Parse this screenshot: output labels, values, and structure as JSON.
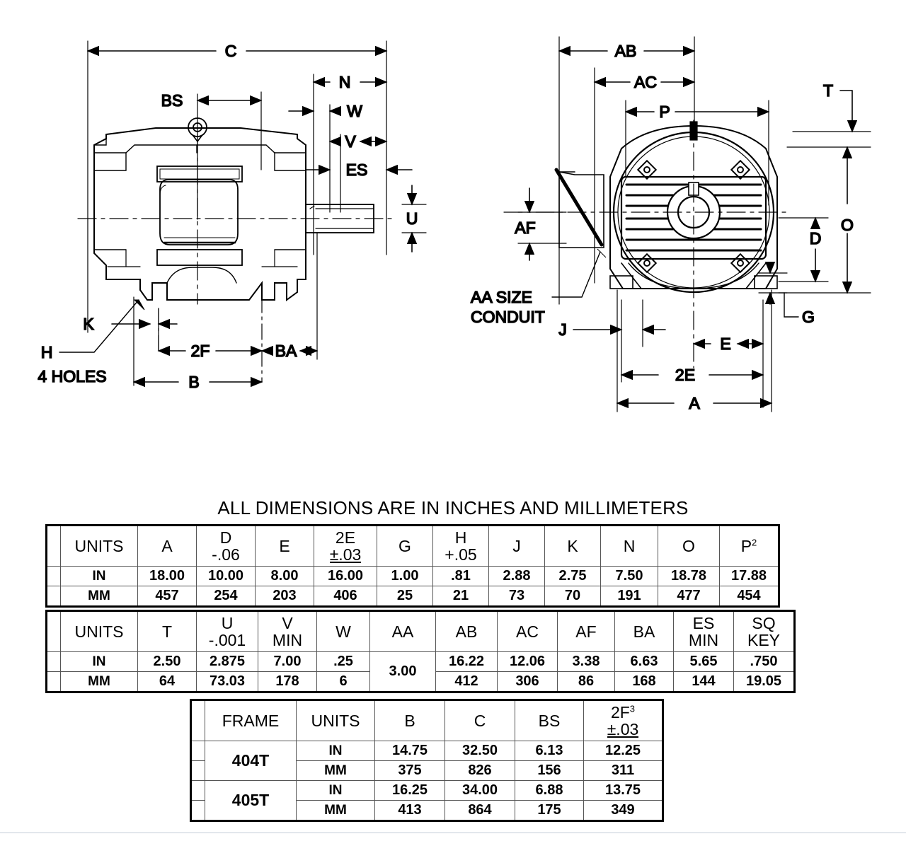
{
  "caption": "ALL DIMENSIONS ARE IN INCHES AND MILLIMETERS",
  "drawing": {
    "side_view": {
      "name": "motor-side-elevation",
      "callouts": [
        "C",
        "BS",
        "N",
        "W",
        "V",
        "ES",
        "U",
        "K",
        "H",
        "4 HOLES",
        "2F",
        "BA",
        "B"
      ],
      "labels": {
        "c": "C",
        "bs": "BS",
        "n": "N",
        "w": "W",
        "v": "V",
        "es": "ES",
        "u": "U",
        "k": "K",
        "h": "H",
        "holes": "4 HOLES",
        "twof": "2F",
        "ba": "BA",
        "b": "B"
      }
    },
    "end_view": {
      "name": "motor-end-elevation",
      "labels": {
        "ab": "AB",
        "ac": "AC",
        "p": "P",
        "t": "T",
        "o": "O",
        "d": "D",
        "af": "AF",
        "g": "G",
        "j": "J",
        "e": "E",
        "twoe": "2E",
        "a": "A",
        "conduit_line1": "AA SIZE",
        "conduit_line2": "CONDUIT"
      }
    }
  },
  "tables": [
    {
      "id": "table-primary-dimensions",
      "headers": [
        {
          "label": "UNITS"
        },
        {
          "label": "A"
        },
        {
          "label": "D",
          "sub": "-.06"
        },
        {
          "label": "E"
        },
        {
          "label": "2E",
          "sub": "±.03",
          "sub_underline": true
        },
        {
          "label": "G"
        },
        {
          "label": "H",
          "sub": "+.05"
        },
        {
          "label": "J"
        },
        {
          "label": "K"
        },
        {
          "label": "N"
        },
        {
          "label": "O"
        },
        {
          "label": "P",
          "superscript": "2"
        }
      ],
      "rows": [
        {
          "units": "IN",
          "values": [
            "18.00",
            "10.00",
            "8.00",
            "16.00",
            "1.00",
            ".81",
            "2.88",
            "2.75",
            "7.50",
            "18.78",
            "17.88"
          ]
        },
        {
          "units": "MM",
          "values": [
            "457",
            "254",
            "203",
            "406",
            "25",
            "21",
            "73",
            "70",
            "191",
            "477",
            "454"
          ]
        }
      ]
    },
    {
      "id": "table-secondary-dimensions",
      "headers": [
        {
          "label": "UNITS"
        },
        {
          "label": "T"
        },
        {
          "label": "U",
          "sub": "-.001"
        },
        {
          "label": "V",
          "sub": "MIN"
        },
        {
          "label": "W"
        },
        {
          "label": "AA"
        },
        {
          "label": "AB"
        },
        {
          "label": "AC"
        },
        {
          "label": "AF"
        },
        {
          "label": "BA"
        },
        {
          "label": "ES",
          "sub": "MIN"
        },
        {
          "label": "SQ",
          "sub": "KEY"
        }
      ],
      "rows": [
        {
          "units": "IN",
          "values": [
            "2.50",
            "2.875",
            "7.00",
            ".25",
            "3.00",
            "16.22",
            "12.06",
            "3.38",
            "6.63",
            "5.65",
            ".750"
          ]
        },
        {
          "units": "MM",
          "values": [
            "64",
            "73.03",
            "178",
            "6",
            "3.00",
            "412",
            "306",
            "86",
            "168",
            "144",
            "19.05"
          ]
        }
      ],
      "merged_aa_value": "3.00"
    },
    {
      "id": "table-frame-dimensions",
      "headers": [
        {
          "label": "FRAME"
        },
        {
          "label": "UNITS"
        },
        {
          "label": "B"
        },
        {
          "label": "C"
        },
        {
          "label": "BS"
        },
        {
          "label": "2F",
          "superscript": "3",
          "sub": "±.03",
          "sub_underline": true
        }
      ],
      "frames": [
        {
          "frame": "404T",
          "rows": [
            {
              "units": "IN",
              "values": [
                "14.75",
                "32.50",
                "6.13",
                "12.25"
              ]
            },
            {
              "units": "MM",
              "values": [
                "375",
                "826",
                "156",
                "311"
              ]
            }
          ]
        },
        {
          "frame": "405T",
          "rows": [
            {
              "units": "IN",
              "values": [
                "16.25",
                "34.00",
                "6.88",
                "13.75"
              ]
            },
            {
              "units": "MM",
              "values": [
                "413",
                "864",
                "175",
                "349"
              ]
            }
          ]
        }
      ]
    }
  ]
}
